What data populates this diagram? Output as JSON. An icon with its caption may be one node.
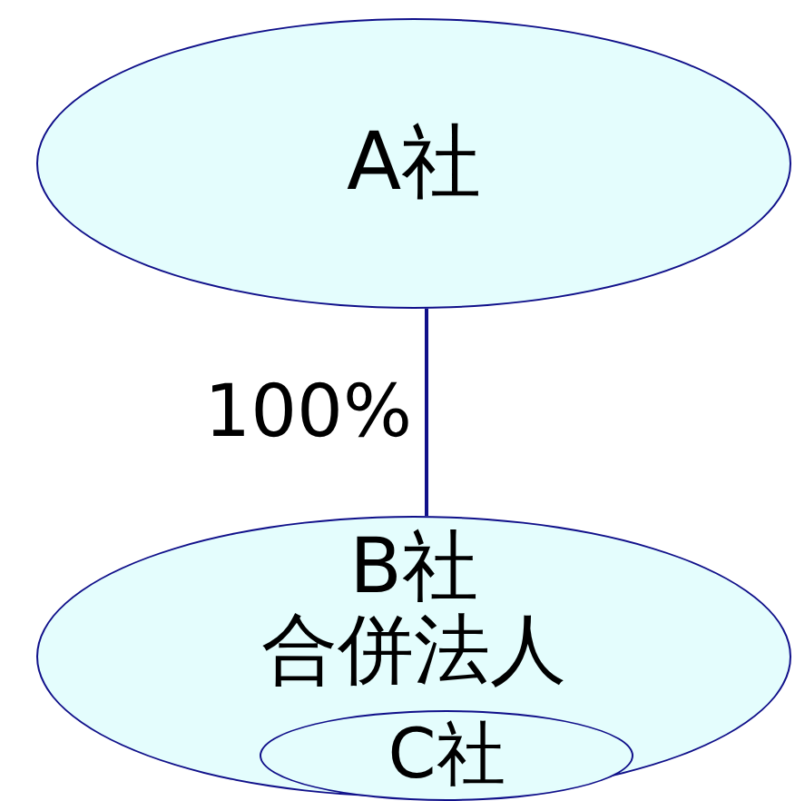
{
  "diagram": {
    "nodes": [
      {
        "text": [
          "A社"
        ]
      },
      {
        "text": [
          "B社",
          "合併法人"
        ]
      },
      {
        "text": [
          "C社"
        ],
        "in": 1
      }
    ],
    "edges": [
      {
        "from": 0,
        "to": 1,
        "arrow": "none",
        "label": "100%"
      }
    ]
  }
}
